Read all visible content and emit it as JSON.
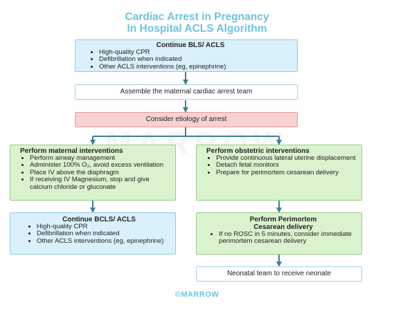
{
  "title_line1": "Cardiac Arrest in Pregnancy",
  "title_line2": "In Hospital ACLS Algorithm",
  "watermark": "MARROW",
  "box_continue_bls": {
    "title": "Continue BLS/ ACLS",
    "items": [
      "High-quality CPR",
      "Defibrillation when indicated",
      "Other ACLS interventions (eg, epinephrine)"
    ]
  },
  "box_assemble": "Assemble the maternal cardiac arrest team",
  "box_etiology": "Consider etiology of arrest",
  "box_maternal": {
    "title": "Perform maternal interventions",
    "items": [
      "Perform airway management",
      "Administer 100% O₂, avoid excess ventilation",
      "Place IV above the diaphragm",
      "If receiving IV Magnesium, stop and give calcium chloride or gluconate"
    ]
  },
  "box_obstetric": {
    "title": "Perform obstetric interventions",
    "items": [
      "Provide continuous lateral uterine displacement",
      "Detach fetal monitors",
      "Prepare for perimortem cesarean delivery"
    ]
  },
  "box_continue_bcls": {
    "title": "Continue BCLS/ ACLS",
    "items": [
      "High-quality CPR",
      "Defibrillation when indicated",
      "Other ACLS interventions (eg, epinephrine)"
    ]
  },
  "box_perimortem": {
    "title_line1": "Perform Perimortem",
    "title_line2": "Cesarean delivery",
    "items": [
      "If no ROSC in 5 minutes, consider immediate perimortem cesarean delivery"
    ]
  },
  "box_neonatal": "Neonatal team to receive neonate",
  "footer": "©MARROW",
  "colors": {
    "title": "#6fc3dd",
    "blue_box": "#daf0fa",
    "pink_box": "#f8d2d2",
    "green_box": "#dbf2cf",
    "arrow": "#3e7f95"
  }
}
